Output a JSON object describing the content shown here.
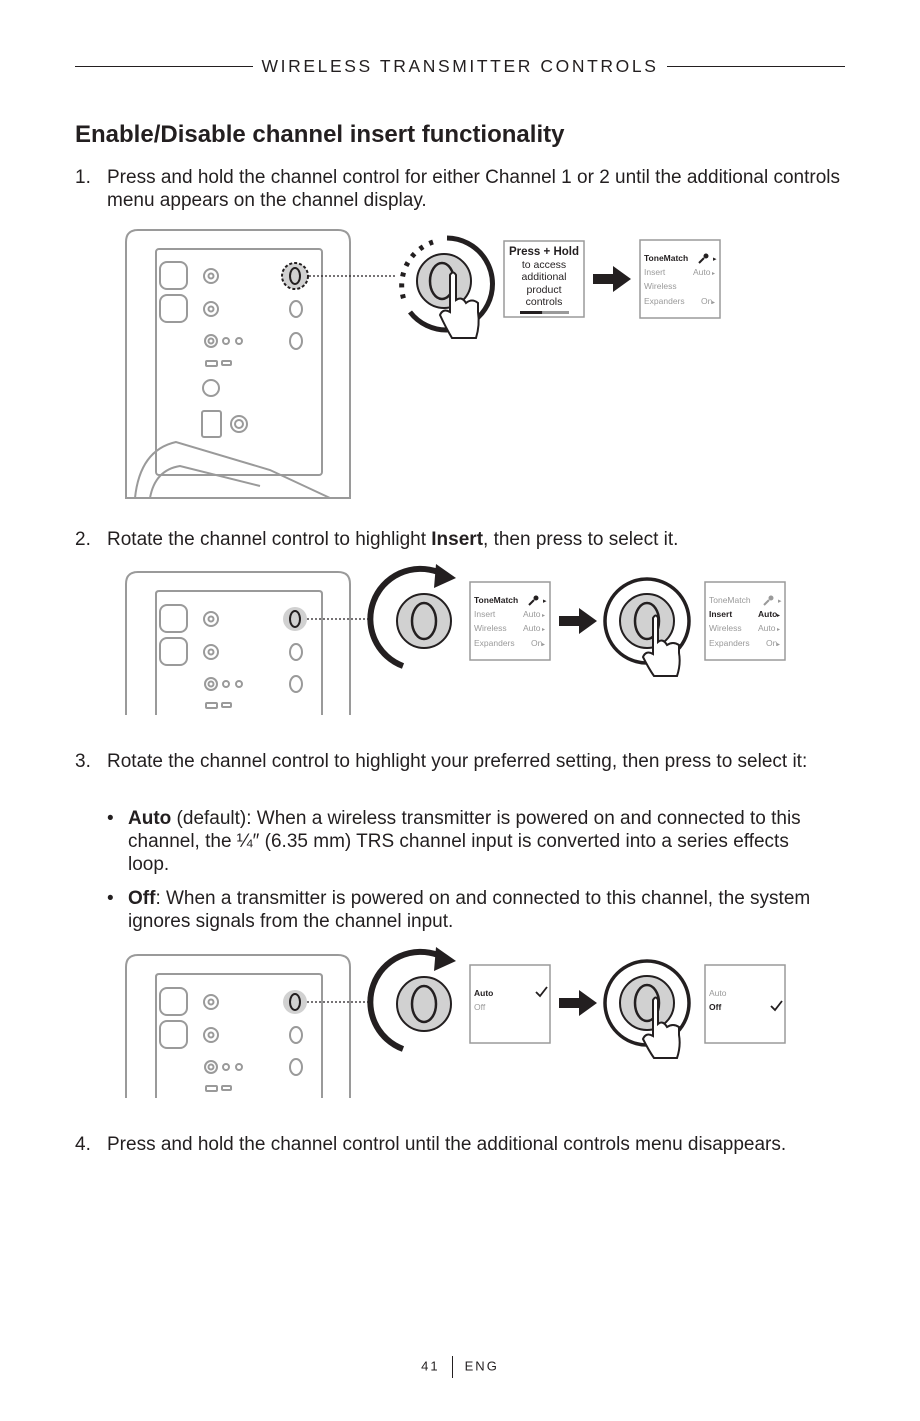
{
  "header": {
    "section_title": "WIRELESS TRANSMITTER CONTROLS"
  },
  "heading": "Enable/Disable channel insert functionality",
  "steps": [
    {
      "num": "1.",
      "text": "Press and hold the channel control for either Channel 1 or 2 until the additional controls menu appears on the channel display."
    },
    {
      "num": "2.",
      "before": "Rotate the channel control to highlight ",
      "bold": "Insert",
      "after": ", then press to select it."
    },
    {
      "num": "3.",
      "text": "Rotate the channel control to highlight your preferred setting, then press to select it:"
    },
    {
      "num": "4.",
      "text": "Press and hold the channel control until the additional controls menu disappears."
    }
  ],
  "bullets": [
    {
      "mark": "•",
      "bold": "Auto",
      "text": " (default): When a wireless transmitter is powered on and connected to this channel, the ¼″ (6.35 mm) TRS channel input is converted into a series effects loop."
    },
    {
      "mark": "•",
      "bold": "Off",
      "text": ": When a transmitter is powered on and connected to this channel, the system ignores signals from the channel input."
    }
  ],
  "fig1": {
    "press_screen": {
      "title": "Press + Hold",
      "lines": [
        "to access",
        "additional",
        "product",
        "controls"
      ],
      "progress": 0.45
    },
    "menu_screen": {
      "rows": [
        {
          "label": "ToneMatch",
          "value": ""
        },
        {
          "label": "Insert",
          "value": "Auto"
        },
        {
          "label": "Wireless",
          "value": ""
        },
        {
          "label": "Expanders",
          "value": "On"
        }
      ]
    }
  },
  "fig2": {
    "menu_before": {
      "rows": [
        {
          "label": "ToneMatch",
          "value": ""
        },
        {
          "label": "Insert",
          "value": "Auto"
        },
        {
          "label": "Wireless",
          "value": "Auto"
        },
        {
          "label": "Expanders",
          "value": "On"
        }
      ]
    },
    "menu_after": {
      "rows": [
        {
          "label": "ToneMatch",
          "value": ""
        },
        {
          "label": "Insert",
          "value": "Auto"
        },
        {
          "label": "Wireless",
          "value": "Auto"
        },
        {
          "label": "Expanders",
          "value": "On"
        }
      ]
    }
  },
  "fig3": {
    "options_before": {
      "auto": "Auto",
      "off": "Off"
    },
    "options_after": {
      "auto": "Auto",
      "off": "Off"
    }
  },
  "footer": {
    "page": "41",
    "lang": "ENG"
  },
  "icons": [
    "microphone-icon",
    "arrow-right-icon",
    "hand-pointer-icon",
    "rotate-arrow-icon",
    "check-icon"
  ]
}
